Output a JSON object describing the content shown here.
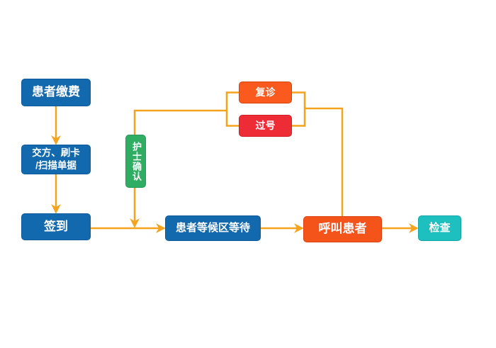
{
  "flowchart": {
    "background": "#ffffff",
    "connector_color": "#f5a21d",
    "nodes": {
      "patient_pay": {
        "label": "患者缴费",
        "color": "#1369ae"
      },
      "submit_swipe": {
        "label": "交方、刷卡\n/扫描单据",
        "color": "#1369ae"
      },
      "sign_in": {
        "label": "签到",
        "color": "#1369ae"
      },
      "nurse_confirm": {
        "label": "护士确认",
        "color": "#2fad63"
      },
      "revisit": {
        "label": "复诊",
        "color": "#fa5a1e"
      },
      "missed_number": {
        "label": "过号",
        "color": "#ee2c36"
      },
      "waiting_area": {
        "label": "患者等候区等待",
        "color": "#1369ae"
      },
      "call_patient": {
        "label": "呼叫患者",
        "color": "#f4531a"
      },
      "exam": {
        "label": "检查",
        "color": "#1ebfbf"
      }
    }
  }
}
